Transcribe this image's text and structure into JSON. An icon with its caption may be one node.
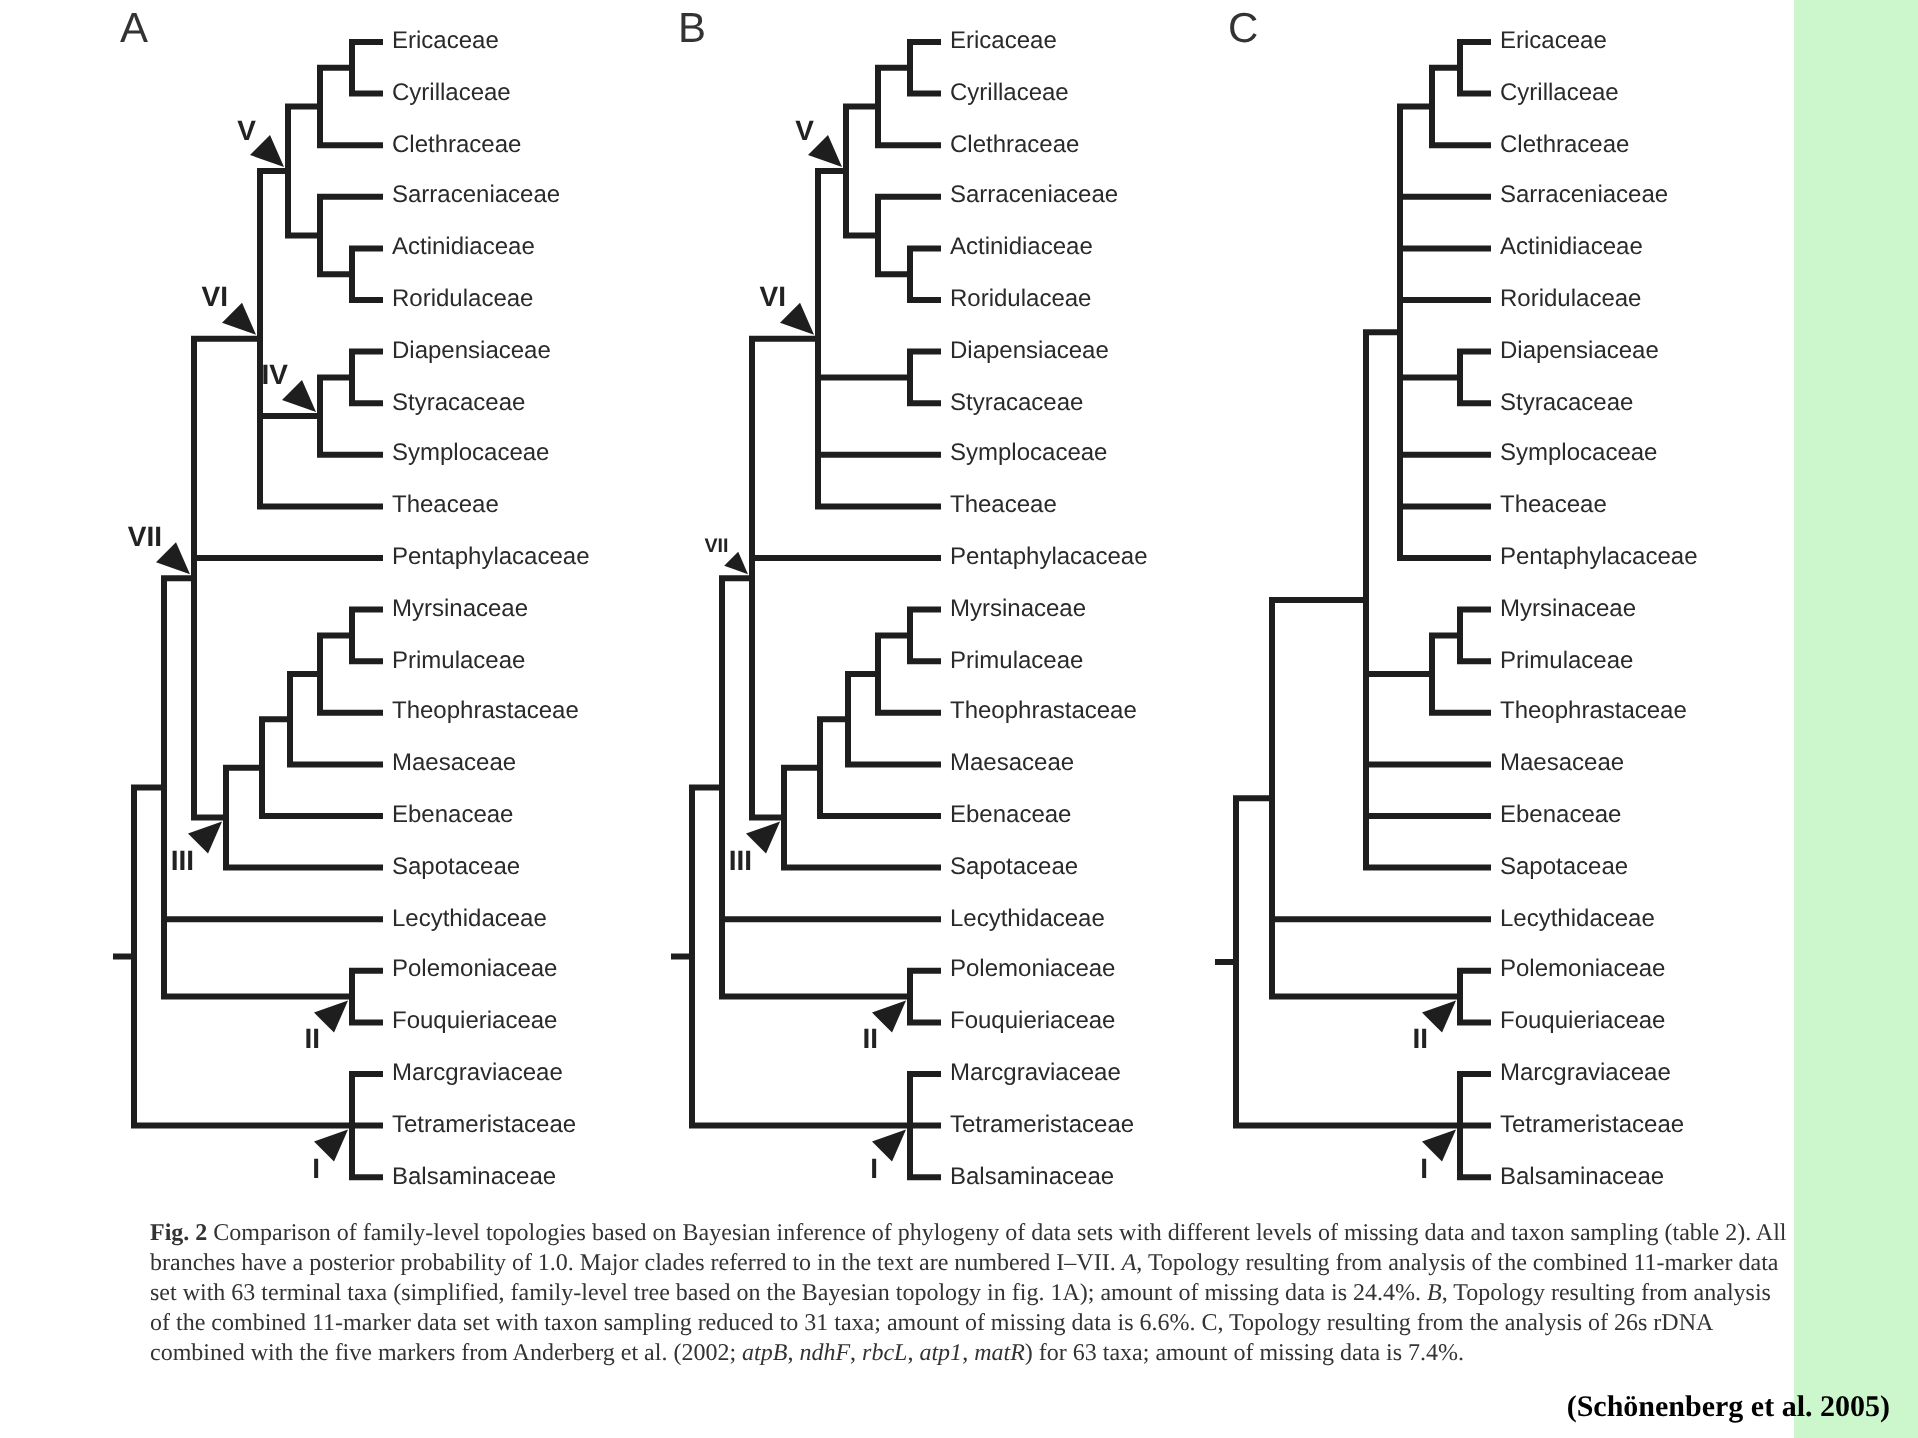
{
  "diagram": {
    "nodes": [
      {
        "text": [],
        "shape": "bar"
      }
    ],
    "caption": "**Fig. 2** Comparison of family-level topologies based on Bayesian inference of phylogeny of data sets with different levels of missing data and taxon sampling (table 2). All branches have a posterior probability of 1.0. Major clades referred to in the text are numbered I–VII. *A*, Topology resulting from analysis of the combined 11-marker data set with 63 terminal taxa (simplified, family-level tree based on the Bayesian topology in fig. 1A); amount of missing data is 24.4%. *B*, Topology resulting from analysis of the combined 11-marker data set with taxon sampling reduced to 31 taxa; amount of missing data is 6.6%. C, Topology resulting from the analysis of 26s rDNA combined with the five markers from Anderberg et al. (2002; *atpB*, *ndhF*, *rbcL*, *atp1*, *matR*) for 63 taxa; amount of missing data is 7.4%.",
    "labels": [
      "A",
      "Ericaceae",
      "Cyrillaceae",
      "Clethraceae",
      "Sarraceniaceae",
      "Actinidiaceae",
      "Roridulaceae",
      "Diapensiaceae",
      "Styracaceae",
      "Symplocaceae",
      "Theaceae",
      "Pentaphylacaceae",
      "Myrsinaceae",
      "Primulaceae",
      "Theophrastaceae",
      "Maesaceae",
      "Ebenaceae",
      "Sapotaceae",
      "Lecythidaceae",
      "Polemoniaceae",
      "Fouquieriaceae",
      "Marcgraviaceae",
      "Tetrameristaceae",
      "Balsaminaceae",
      "V",
      "VI",
      "IV",
      "VII",
      "III",
      "II",
      "I",
      "B",
      "Ericaceae",
      "Cyrillaceae",
      "Clethraceae",
      "Sarraceniaceae",
      "Actinidiaceae",
      "Roridulaceae",
      "Diapensiaceae",
      "Styracaceae",
      "Symplocaceae",
      "Theaceae",
      "Pentaphylacaceae",
      "Myrsinaceae",
      "Primulaceae",
      "Theophrastaceae",
      "Maesaceae",
      "Ebenaceae",
      "Sapotaceae",
      "Lecythidaceae",
      "Polemoniaceae",
      "Fouquieriaceae",
      "Marcgraviaceae",
      "Tetrameristaceae",
      "Balsaminaceae",
      "V",
      "VI",
      "VII",
      "III",
      "II",
      "I",
      "C",
      "Ericaceae",
      "Cyrillaceae",
      "Clethraceae",
      "Sarraceniaceae",
      "Actinidiaceae",
      "Roridulaceae",
      "Diapensiaceae",
      "Styracaceae",
      "Symplocaceae",
      "Theaceae",
      "Pentaphylacaceae",
      "Myrsinaceae",
      "Primulaceae",
      "Theophrastaceae",
      "Maesaceae",
      "Ebenaceae",
      "Sapotaceae",
      "Lecythidaceae",
      "Polemoniaceae",
      "Fouquieriaceae",
      "Marcgraviaceae",
      "Tetrameristaceae",
      "Balsaminaceae",
      "II",
      "I",
      "(Schönenberg et al. 2005)"
    ]
  }
}
